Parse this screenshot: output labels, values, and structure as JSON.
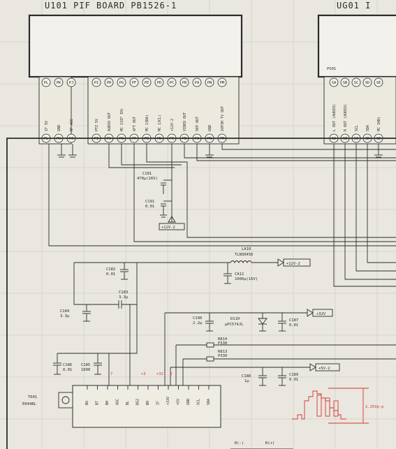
{
  "boards": {
    "left_title": "U101  PIF  BOARD  PB1526-1",
    "right_title": "UG01  I",
    "right_board_label": "PS01"
  },
  "connectors": {
    "left_group_a": [
      {
        "pin": "PL",
        "signal": "IF 5V"
      },
      {
        "pin": "PK",
        "signal": "GND"
      },
      {
        "pin": "PJ",
        "signal": "RF AGC"
      }
    ],
    "left_group_b": [
      {
        "pin": "PI",
        "signal": "PTZ 5V"
      },
      {
        "pin": "PH",
        "signal": "AUDIO OUT"
      },
      {
        "pin": "PG",
        "signal": "MC 13IF IH)"
      },
      {
        "pin": "PF",
        "signal": "AFT OUT"
      },
      {
        "pin": "PE",
        "signal": "MC 13DA)"
      },
      {
        "pin": "PD",
        "signal": "MC 13CL)"
      },
      {
        "pin": "PC",
        "signal": "+12V-2"
      },
      {
        "pin": "PB",
        "signal": "VIDEO OUT"
      },
      {
        "pin": "PA",
        "signal": "SEP OUT"
      },
      {
        "pin": "PN",
        "signal": "GND"
      },
      {
        "pin": "PM",
        "signal": "2VP3H TV OUT"
      }
    ],
    "right_group": [
      {
        "pin": "SA",
        "signal": "L OUT (AUDIO)"
      },
      {
        "pin": "SB",
        "signal": "R OUT (AUDIO)"
      },
      {
        "pin": "SC",
        "signal": "SCL"
      },
      {
        "pin": "SD",
        "signal": "SDA"
      },
      {
        "pin": "SE",
        "signal": "MC 1HD)"
      }
    ]
  },
  "components": {
    "c181": {
      "ref": "C181",
      "value": "470µ(16V)"
    },
    "c191": {
      "ref": "C191",
      "value": "0.01"
    },
    "c182": {
      "ref": "C182",
      "value": "0.01"
    },
    "c183": {
      "ref": "C183",
      "value": "3.3µ"
    },
    "c184": {
      "ref": "C184",
      "value": "3.3µ"
    },
    "c186": {
      "ref": "C186",
      "value": "0.01"
    },
    "c185": {
      "ref": "C185",
      "value": "1000"
    },
    "c190": {
      "ref": "C190",
      "value": "2.2µ"
    },
    "c187": {
      "ref": "C187",
      "value": "0.01"
    },
    "c188": {
      "ref": "C188",
      "value": "1µ"
    },
    "c189": {
      "ref": "C189",
      "value": "0.01"
    },
    "ca12": {
      "ref": "CA12",
      "value": "1000µ(16V)"
    },
    "la10": {
      "ref": "LA10",
      "value": "TLN3045D"
    },
    "d110": {
      "ref": "D110",
      "value": "µPC574JL"
    },
    "r814": {
      "ref": "R814",
      "value": "P330"
    },
    "r813": {
      "ref": "R813",
      "value": "P330"
    },
    "ic": {
      "ref": "T601",
      "value": "E044BL"
    }
  },
  "rails": {
    "p12v2_a": "+12V-2",
    "p12v2_b": "+12V-2",
    "p32v": "+32V",
    "p5v2": "+5V-2"
  },
  "ic_pins": [
    "BU",
    "BT",
    "BH",
    "AGC",
    "BL",
    "BS2",
    "BH",
    "IF",
    "+33V",
    "+5V",
    "GND",
    "SCL",
    "SDA"
  ],
  "pin_markers": [
    "7",
    "+3",
    "+32",
    "8"
  ],
  "waveform": {
    "amplitude": "2.25Vp-p"
  },
  "footer": {
    "r_minus": "R(-)",
    "r_plus": "R(+)"
  }
}
